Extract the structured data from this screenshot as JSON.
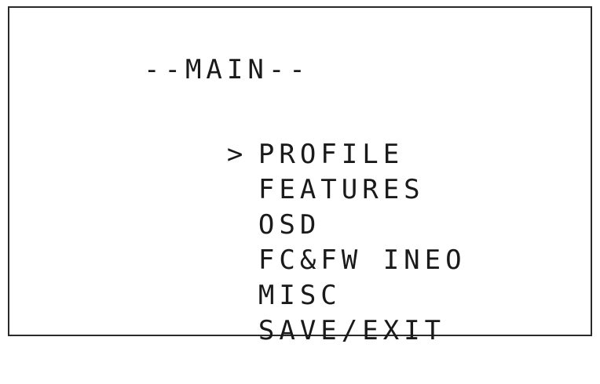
{
  "osd": {
    "title": "--MAIN--",
    "cursor": ">",
    "selected_index": 0,
    "items": [
      {
        "label": "PROFILE"
      },
      {
        "label": "FEATURES"
      },
      {
        "label": "OSD"
      },
      {
        "label": "FC&FW INEO"
      },
      {
        "label": "MISC"
      },
      {
        "label": "SAVE/EXIT"
      }
    ]
  },
  "colors": {
    "background": "#ffffff",
    "text": "#1a1a1a",
    "frame": "#2a2a2a"
  }
}
